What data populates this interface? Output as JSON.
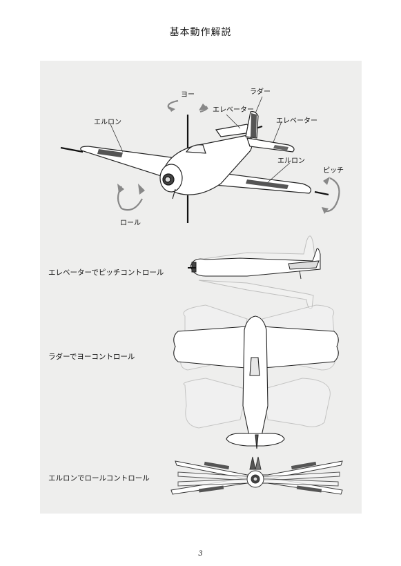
{
  "page": {
    "title": "基本動作解説",
    "page_number": "3"
  },
  "labels": {
    "yaw": "ヨー",
    "rudder": "ラダー",
    "elevator_left": "エレベーター",
    "elevator_right": "エレベーター",
    "aileron_left": "エルロン",
    "aileron_right": "エルロン",
    "pitch": "ピッチ",
    "roll": "ロール"
  },
  "captions": {
    "pitch_control": "エレベーターでピッチコントロール",
    "yaw_control": "ラダーでヨーコントロール",
    "roll_control": "エルロンでロールコントロール"
  }
}
